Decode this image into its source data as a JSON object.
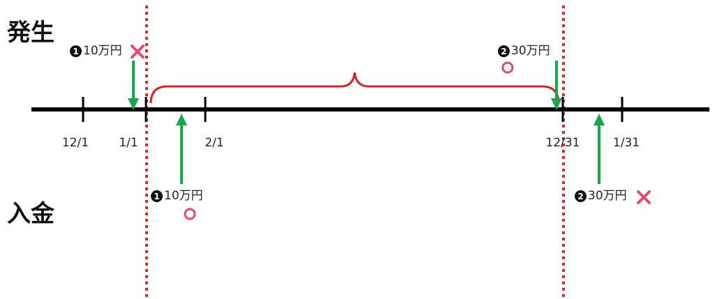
{
  "labels": {
    "occurrence": "発生",
    "payment": "入金"
  },
  "dates": [
    "12/1",
    "1/1",
    "2/1",
    "12/31",
    "1/31"
  ],
  "items": {
    "top_1": {
      "num": "1",
      "text": "10万円",
      "mark": "cross"
    },
    "top_2": {
      "num": "2",
      "text": "30万円",
      "mark": "circle"
    },
    "bottom_1": {
      "num": "1",
      "text": "10万円",
      "mark": "circle"
    },
    "bottom_2": {
      "num": "2",
      "text": "30万円",
      "mark": "cross"
    }
  },
  "colors": {
    "timeline": "#000000",
    "period_line": "#e8202a",
    "brace": "#e02020",
    "arrow": "#17a84b",
    "mark": "#e8476c"
  }
}
